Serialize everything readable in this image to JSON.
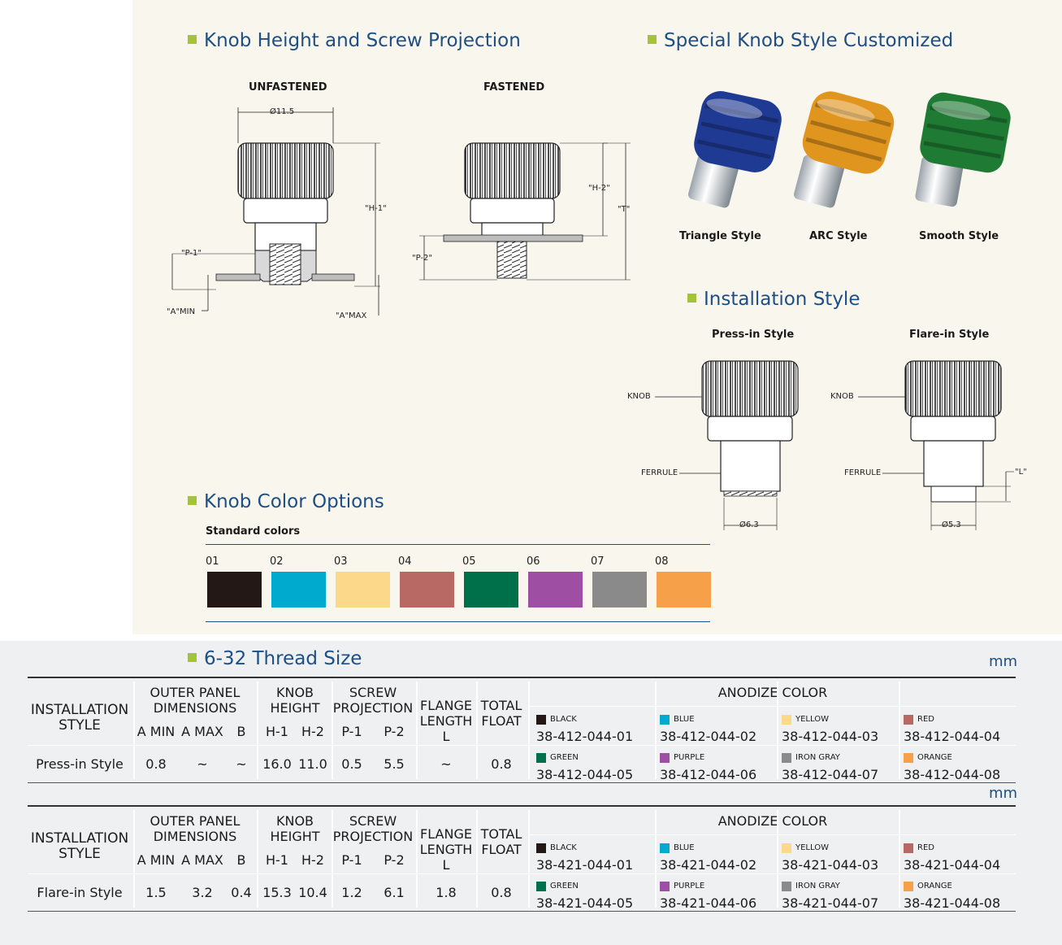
{
  "sections": {
    "knob_height": "Knob Height and Screw Projection",
    "special_style": "Special Knob Style Customized",
    "installation": "Installation Style",
    "color_options": "Knob Color Options",
    "thread": "6-32 Thread Size"
  },
  "drawings": {
    "unfastened": "UNFASTENED",
    "fastened": "FASTENED",
    "dia_knob": "Ø11.5",
    "h1": "\"H-1\"",
    "h2": "\"H-2\"",
    "t": "\"T\"",
    "p1": "\"P-1\"",
    "p2": "\"P-2\"",
    "amin": "\"A\"MIN",
    "amax": "\"A\"MAX"
  },
  "knob_styles": [
    {
      "label": "Triangle Style",
      "color": "#1f3a93"
    },
    {
      "label": "ARC Style",
      "color": "#e0961e"
    },
    {
      "label": "Smooth Style",
      "color": "#1f7a33"
    }
  ],
  "install_styles": {
    "press_in": "Press-in Style",
    "flare_in": "Flare-in Style",
    "knob": "KNOB",
    "ferrule": "FERRULE",
    "dia_press": "Ø6.3",
    "dia_flare": "Ø5.3",
    "l": "\"L\""
  },
  "colors": {
    "heading": "Standard colors",
    "swatches": [
      {
        "num": "01",
        "hex": "#231815"
      },
      {
        "num": "02",
        "hex": "#00a9ce"
      },
      {
        "num": "03",
        "hex": "#fcd88a"
      },
      {
        "num": "04",
        "hex": "#b96964"
      },
      {
        "num": "05",
        "hex": "#00704a"
      },
      {
        "num": "06",
        "hex": "#9e4fa4"
      },
      {
        "num": "07",
        "hex": "#8a8a8a"
      },
      {
        "num": "08",
        "hex": "#f6a04a"
      }
    ]
  },
  "table": {
    "unit": "mm",
    "headers": {
      "installation": "INSTALLATION STYLE",
      "outer_panel": "OUTER PANEL DIMENSIONS",
      "knob_height": "KNOB HEIGHT",
      "screw_projection": "SCREW PROJECTION",
      "flange_length": "FLANGE LENGTH L",
      "total_float": "TOTAL FLOAT",
      "anodize": "ANODIZE COLOR",
      "a_min": "A MIN",
      "a_max": "A MAX",
      "b": "B",
      "h1": "H-1",
      "h2": "H-2",
      "p1": "P-1",
      "p2": "P-2"
    },
    "rows": [
      {
        "style": "Press-in Style",
        "a_min": "0.8",
        "a_max": "~",
        "b": "~",
        "h1": "16.0",
        "h2": "11.0",
        "p1": "0.5",
        "p2": "5.5",
        "flange": "~",
        "float": "0.8",
        "parts": [
          {
            "color": "BLACK",
            "hex": "#231815",
            "pn": "38-412-044-01"
          },
          {
            "color": "BLUE",
            "hex": "#00a9ce",
            "pn": "38-412-044-02"
          },
          {
            "color": "YELLOW",
            "hex": "#fcd88a",
            "pn": "38-412-044-03"
          },
          {
            "color": "RED",
            "hex": "#b96964",
            "pn": "38-412-044-04"
          },
          {
            "color": "GREEN",
            "hex": "#00704a",
            "pn": "38-412-044-05"
          },
          {
            "color": "PURPLE",
            "hex": "#9e4fa4",
            "pn": "38-412-044-06"
          },
          {
            "color": "IRON GRAY",
            "hex": "#8a8a8a",
            "pn": "38-412-044-07"
          },
          {
            "color": "ORANGE",
            "hex": "#f6a04a",
            "pn": "38-412-044-08"
          }
        ]
      },
      {
        "style": "Flare-in Style",
        "a_min": "1.5",
        "a_max": "3.2",
        "b": "0.4",
        "h1": "15.3",
        "h2": "10.4",
        "p1": "1.2",
        "p2": "6.1",
        "flange": "1.8",
        "float": "0.8",
        "parts": [
          {
            "color": "BLACK",
            "hex": "#231815",
            "pn": "38-421-044-01"
          },
          {
            "color": "BLUE",
            "hex": "#00a9ce",
            "pn": "38-421-044-02"
          },
          {
            "color": "YELLOW",
            "hex": "#fcd88a",
            "pn": "38-421-044-03"
          },
          {
            "color": "RED",
            "hex": "#b96964",
            "pn": "38-421-044-04"
          },
          {
            "color": "GREEN",
            "hex": "#00704a",
            "pn": "38-421-044-05"
          },
          {
            "color": "PURPLE",
            "hex": "#9e4fa4",
            "pn": "38-421-044-06"
          },
          {
            "color": "IRON GRAY",
            "hex": "#8a8a8a",
            "pn": "38-421-044-07"
          },
          {
            "color": "ORANGE",
            "hex": "#f6a04a",
            "pn": "38-421-044-08"
          }
        ]
      }
    ]
  }
}
